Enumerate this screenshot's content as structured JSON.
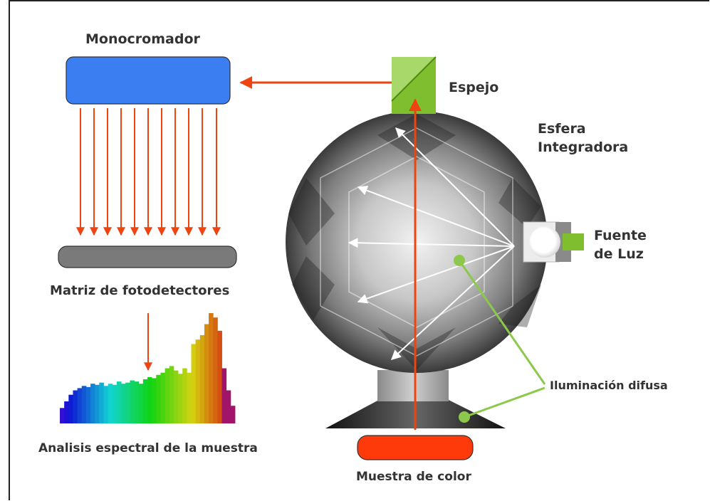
{
  "labels": {
    "monocromador": "Monocromador",
    "espejo": "Espejo",
    "esfera_line1": "Esfera",
    "esfera_line2": "Integradora",
    "fuente_line1": "Fuente",
    "fuente_line2": "de Luz",
    "matriz": "Matriz de fotodetectores",
    "iluminacion": "Iluminación difusa",
    "analisis": "Analisis espectral de la muestra",
    "muestra": "Muestra de color"
  },
  "colors": {
    "arrow": "#ee4411",
    "monochromator": "#3a7ef2",
    "detector": "#7a7a7a",
    "mirror": "#7fbf2f",
    "sample": "#ff3a0a",
    "diffuse_marker": "#8cc84b"
  },
  "spectrum_levels": [
    0.14,
    0.2,
    0.26,
    0.3,
    0.32,
    0.34,
    0.33,
    0.36,
    0.35,
    0.37,
    0.34,
    0.36,
    0.35,
    0.38,
    0.36,
    0.37,
    0.39,
    0.38,
    0.36,
    0.4,
    0.42,
    0.41,
    0.44,
    0.46,
    0.5,
    0.52,
    0.48,
    0.45,
    0.5,
    0.46,
    0.72,
    0.76,
    0.8,
    0.9,
    1.0,
    0.96,
    0.84,
    0.5,
    0.3,
    0.16
  ]
}
